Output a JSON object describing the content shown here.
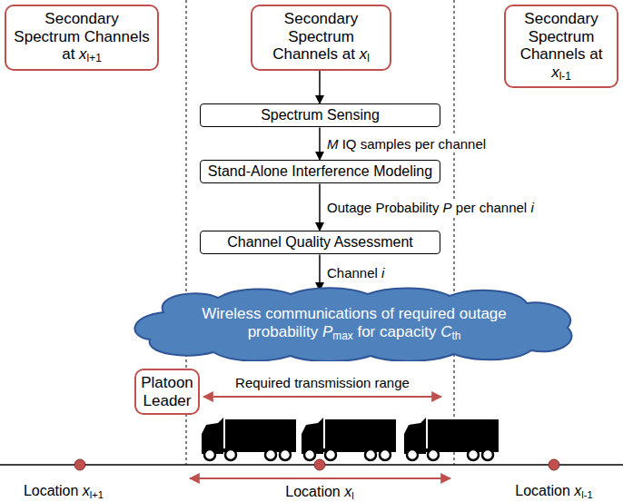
{
  "diagram": {
    "nodes": [
      {
        "text": [
          "Secondary Spectrum Channels at xl+1"
        ]
      },
      {
        "text": [
          "Secondary Spectrum Channels at xl"
        ]
      },
      {
        "text": [
          "Secondary Spectrum Channels at xl-1"
        ]
      },
      {
        "text": [
          "Spectrum Sensing"
        ]
      },
      {
        "text": [
          "Stand-Alone Interference Modeling"
        ]
      },
      {
        "text": [
          "Channel Quality Assessment"
        ]
      },
      {
        "text": [
          "Wireless communications of required outage probability Pmax for capacity Cth"
        ]
      },
      {
        "text": [
          "Platoon Leader"
        ]
      }
    ],
    "edges": [
      {
        "from": 1,
        "to": 3,
        "arrow": "to"
      },
      {
        "from": 3,
        "to": 4,
        "label": "M IQ samples per channel",
        "arrow": "to"
      },
      {
        "from": 4,
        "to": 5,
        "label": "Outage Probability P per channel i",
        "arrow": "to"
      },
      {
        "from": 5,
        "to": 6,
        "label": "Channel i",
        "arrow": "to"
      }
    ],
    "labels": [
      "Required transmission range",
      "Location xl+1",
      "Location xl",
      "Location xl-1"
    ]
  }
}
